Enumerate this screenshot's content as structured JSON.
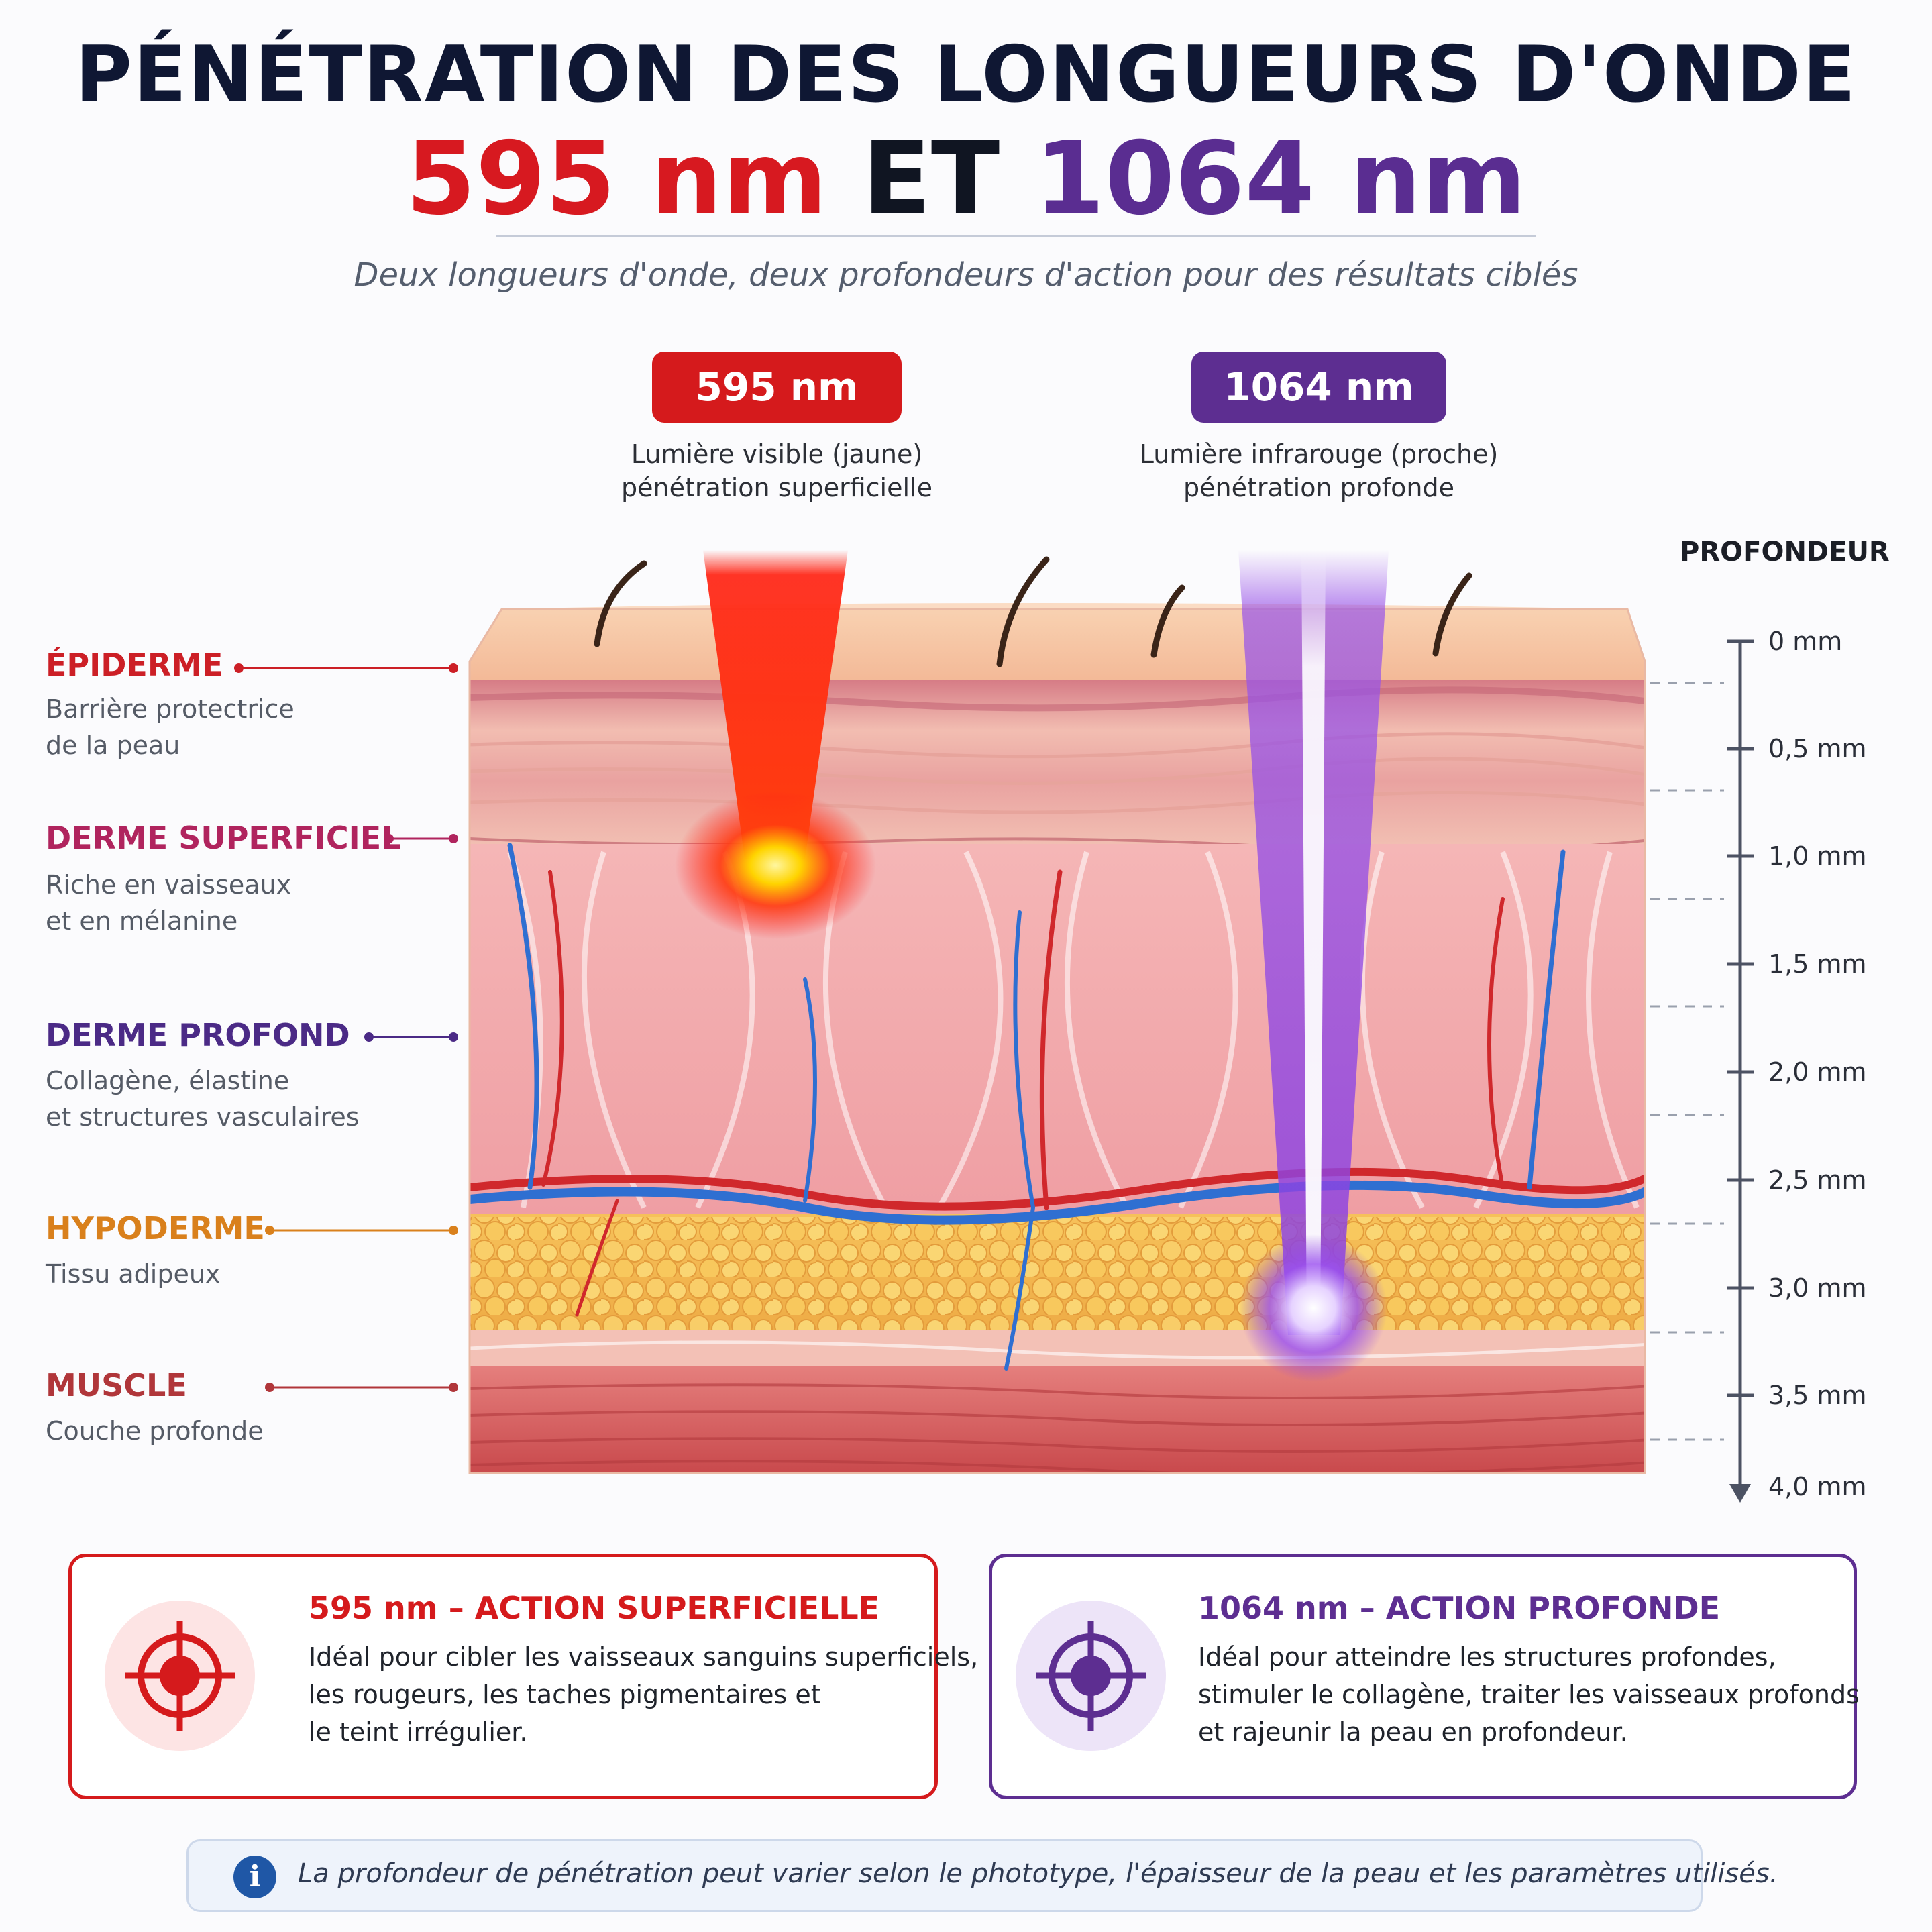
{
  "header": {
    "title_line1": "PÉNÉTRATION DES LONGUEURS D'ONDE",
    "title_wl1": "595 nm",
    "title_and": "ET",
    "title_wl2": "1064 nm",
    "subtitle": "Deux longueurs d'onde, deux profondeurs d'action pour des résultats ciblés"
  },
  "beams": [
    {
      "label": "595 nm",
      "desc_line1": "Lumière visible (jaune)",
      "desc_line2": "pénétration superficielle",
      "color": "#d51a1c"
    },
    {
      "label": "1064 nm",
      "desc_line1": "Lumière infrarouge (proche)",
      "desc_line2": "pénétration profonde",
      "color": "#5d2e91"
    }
  ],
  "layers": [
    {
      "name": "ÉPIDERME",
      "desc_line1": "Barrière protectrice",
      "desc_line2": "de la peau",
      "color": "#cc1f26"
    },
    {
      "name": "DERME SUPERFICIEL",
      "desc_line1": "Riche en vaisseaux",
      "desc_line2": "et en mélanine",
      "color": "#b0245e"
    },
    {
      "name": "DERME PROFOND",
      "desc_line1": "Collagène, élastine",
      "desc_line2": "et structures vasculaires",
      "color": "#4b2a86"
    },
    {
      "name": "HYPODERME",
      "desc_line1": "Tissu adipeux",
      "desc_line2": "",
      "color": "#d9801c"
    },
    {
      "name": "MUSCLE",
      "desc_line1": "Couche profonde",
      "desc_line2": "",
      "color": "#b0363a"
    }
  ],
  "depth_scale": {
    "title": "PROFONDEUR",
    "ticks": [
      "0 mm",
      "0,5 mm",
      "1,0 mm",
      "1,5 mm",
      "2,0 mm",
      "2,5 mm",
      "3,0 mm",
      "3,5 mm",
      "4,0 mm"
    ]
  },
  "cards": [
    {
      "title": "595 nm – ACTION SUPERFICIELLE",
      "line1": "Idéal pour cibler les vaisseaux sanguins superficiels,",
      "line2": "les rougeurs, les taches pigmentaires et",
      "line3": "le teint irrégulier.",
      "color": "#d51a1c",
      "icon": "target-icon"
    },
    {
      "title": "1064 nm – ACTION PROFONDE",
      "line1": "Idéal pour atteindre les structures profondes,",
      "line2": "stimuler le collagène, traiter les vaisseaux profonds",
      "line3": "et rajeunir la peau en profondeur.",
      "color": "#5d2e91",
      "icon": "target-icon"
    }
  ],
  "note": {
    "icon": "info-icon",
    "text": "La profondeur de pénétration peut varier selon le phototype, l'épaisseur de la peau et les paramètres utilisés."
  }
}
